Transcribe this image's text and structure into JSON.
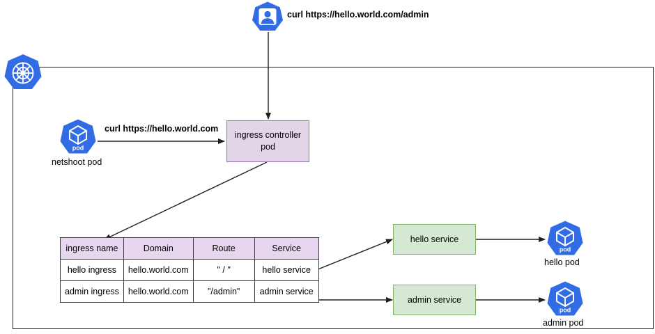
{
  "diagram": {
    "title": "Kubernetes ingress routing diagram",
    "colors": {
      "k8s_blue": "#326ce5",
      "purple_fill": "#e1d5e7",
      "purple_stroke": "#9673a6",
      "green_fill": "#d5e8d4",
      "green_stroke": "#82b366",
      "table_header_fill": "#e6d7ef",
      "line": "#1f1f1f"
    }
  },
  "external": {
    "user_icon": "user-badge-icon",
    "user_command": "curl https://hello.world.com/admin"
  },
  "cluster": {
    "icon": "kubernetes-wheel-icon"
  },
  "netshoot": {
    "icon": "pod-icon",
    "icon_text": "pod",
    "label": "netshoot pod",
    "command": "curl https://hello.world.com"
  },
  "ingress_controller": {
    "line1": "ingress controller",
    "line2": "pod"
  },
  "table": {
    "headers": [
      "ingress name",
      "Domain",
      "Route",
      "Service"
    ],
    "rows": [
      [
        "hello ingress",
        "hello.world.com",
        "\" / \"",
        "hello service"
      ],
      [
        "admin ingress",
        "hello.world.com",
        "\"/admin\"",
        "admin service"
      ]
    ]
  },
  "services": [
    {
      "label": "hello service"
    },
    {
      "label": "admin service"
    }
  ],
  "pods": [
    {
      "icon": "pod-icon",
      "icon_text": "pod",
      "label": "hello pod"
    },
    {
      "icon": "pod-icon",
      "icon_text": "pod",
      "label": "admin pod"
    }
  ]
}
